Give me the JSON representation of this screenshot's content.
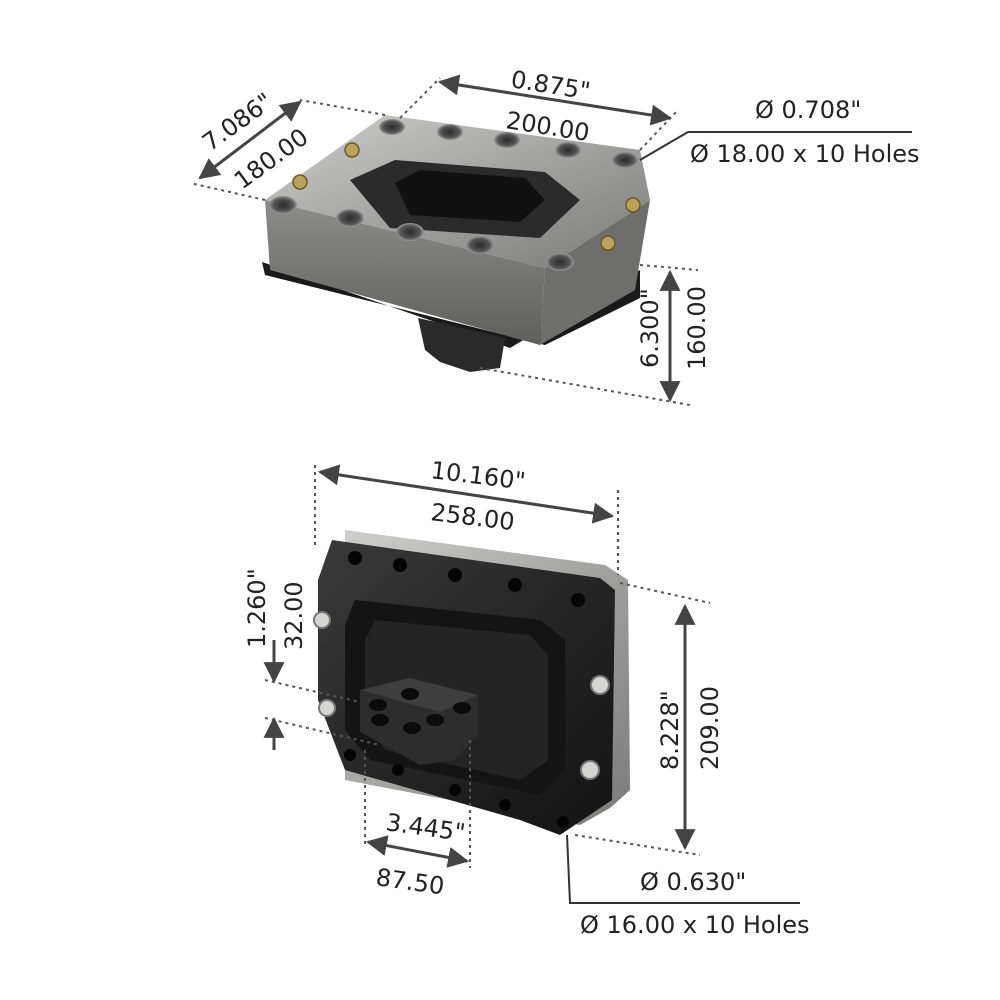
{
  "top_view": {
    "width_in": "0.875\"",
    "width_mm": "200.00",
    "depth_in": "7.086\"",
    "depth_mm": "180.00",
    "height_in": "6.300\"",
    "height_mm": "160.00",
    "hole_dia_in": "Ø 0.708\"",
    "hole_spec_mm": "Ø 18.00 x 10 Holes"
  },
  "bottom_view": {
    "width_in": "10.160\"",
    "width_mm": "258.00",
    "height_in": "8.228\"",
    "height_mm": "209.00",
    "flange_in": "1.260\"",
    "flange_mm": "32.00",
    "bracket_in": "3.445\"",
    "bracket_mm": "87.50",
    "hole_dia_in": "Ø 0.630\"",
    "hole_spec_mm": "Ø 16.00 x 10 Holes"
  },
  "colors": {
    "aluminum": "#9a9a98",
    "aluminum_light": "#c4c4c2",
    "aluminum_dark": "#6e6e6c",
    "rubber": "#1c1c1c",
    "rubber_light": "#3a3a3a",
    "bolt": "#b9a35a",
    "dimension": "#444444"
  }
}
